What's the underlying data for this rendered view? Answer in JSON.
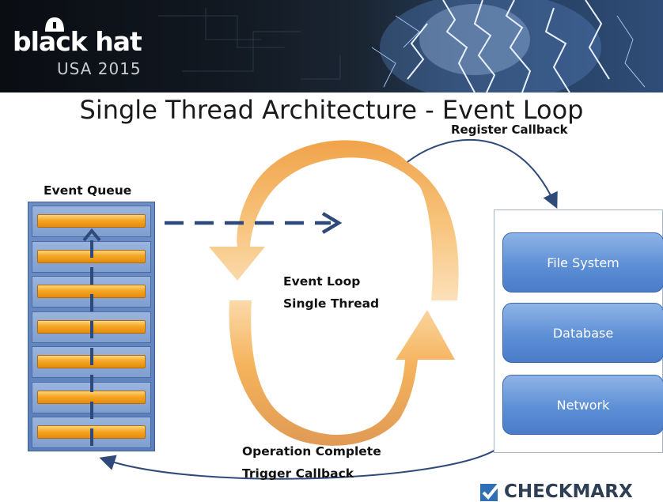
{
  "banner": {
    "brand_name": "black hat",
    "brand_sub": "USA 2015"
  },
  "slide": {
    "title": "Single Thread Architecture - Event Loop"
  },
  "labels": {
    "register_callback": "Register Callback",
    "event_queue": "Event Queue",
    "event_loop": "Event Loop",
    "single_thread": "Single Thread",
    "operation_complete": "Operation Complete",
    "trigger_callback": "Trigger Callback"
  },
  "event_queue": {
    "row_count": 7
  },
  "resources": [
    {
      "label": "File System"
    },
    {
      "label": "Database"
    },
    {
      "label": "Network"
    }
  ],
  "footer": {
    "company": "CHECKMARX"
  },
  "colors": {
    "queue_blue": "#5b7fba",
    "queue_bar_orange": "#f5a623",
    "loop_orange": "#f2a24a",
    "resource_blue": "#5d8fd6",
    "arrow_navy": "#2e4a7a"
  }
}
